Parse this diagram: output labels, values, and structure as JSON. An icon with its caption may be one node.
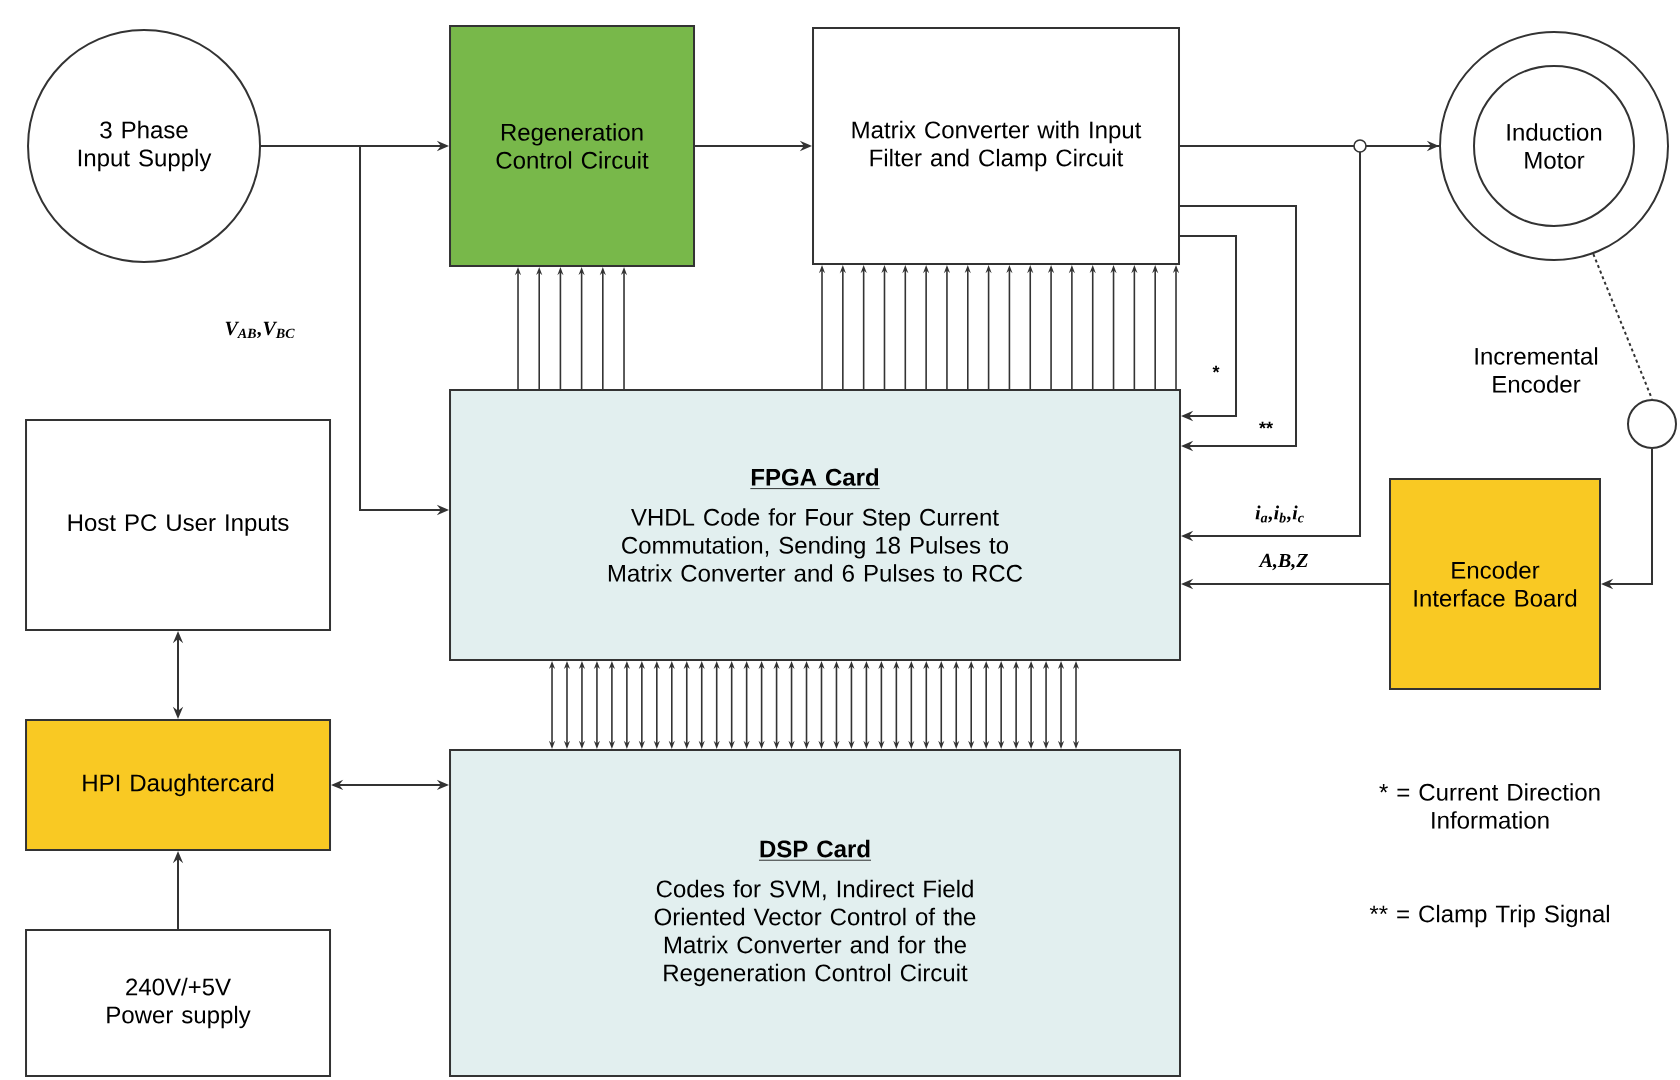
{
  "diagram": {
    "nodes": [
      {
        "text": [
          "3 Phase Input Supply"
        ]
      },
      {
        "text": [
          "Regeneration Control Circuit"
        ]
      },
      {
        "text": [
          "Matrix Converter with Input Filter and Clamp Circuit"
        ]
      },
      {
        "text": [
          "Induction Motor"
        ]
      },
      {
        "text": [],
        "shape": "circle",
        "beside": [
          "Incremental Encoder"
        ]
      },
      {
        "text": [
          "FPGA Card",
          "VHDL Code for Four Step Current Commutation, Sending 18 Pulses to Matrix Converter and 6 Pulses to RCC"
        ]
      },
      {
        "text": [
          "Encoder Interface Board"
        ]
      },
      {
        "text": [
          "Host PC User Inputs"
        ]
      },
      {
        "text": [
          "HPI Daughtercard"
        ]
      },
      {
        "text": [
          "DSP Card",
          "Codes for SVM, Indirect Field Oriented Vector Control of the Matrix Converter and for the Regeneration Control Circuit"
        ]
      },
      {
        "text": [
          "240V/+5V Power supply"
        ]
      }
    ],
    "edges": [
      {
        "from": 0,
        "to": 1,
        "arrow": "to"
      },
      {
        "from": 0,
        "to": 5,
        "arrow": "to",
        "label": "V$_{AB}$,V$_{BC}$"
      },
      {
        "from": 1,
        "to": 2,
        "arrow": "to"
      },
      {
        "from": 2,
        "to": 3,
        "arrow": "to"
      },
      {
        "from": 5,
        "to": 1,
        "arrow": "to"
      },
      {
        "from": 5,
        "to": 1,
        "arrow": "to"
      },
      {
        "from": 5,
        "to": 1,
        "arrow": "to"
      },
      {
        "from": 5,
        "to": 1,
        "arrow": "to"
      },
      {
        "from": 5,
        "to": 1,
        "arrow": "to"
      },
      {
        "from": 5,
        "to": 1,
        "arrow": "to"
      },
      {
        "from": 5,
        "to": 2,
        "arrow": "to"
      },
      {
        "from": 5,
        "to": 2,
        "arrow": "to"
      },
      {
        "from": 5,
        "to": 2,
        "arrow": "to"
      },
      {
        "from": 5,
        "to": 2,
        "arrow": "to"
      },
      {
        "from": 5,
        "to": 2,
        "arrow": "to"
      },
      {
        "from": 5,
        "to": 2,
        "arrow": "to"
      },
      {
        "from": 5,
        "to": 2,
        "arrow": "to"
      },
      {
        "from": 5,
        "to": 2,
        "arrow": "to"
      },
      {
        "from": 5,
        "to": 2,
        "arrow": "to"
      },
      {
        "from": 5,
        "to": 2,
        "arrow": "to"
      },
      {
        "from": 5,
        "to": 2,
        "arrow": "to"
      },
      {
        "from": 5,
        "to": 2,
        "arrow": "to"
      },
      {
        "from": 5,
        "to": 2,
        "arrow": "to"
      },
      {
        "from": 5,
        "to": 2,
        "arrow": "to"
      },
      {
        "from": 5,
        "to": 2,
        "arrow": "to"
      },
      {
        "from": 5,
        "to": 2,
        "arrow": "to"
      },
      {
        "from": 5,
        "to": 2,
        "arrow": "to"
      },
      {
        "from": 5,
        "to": 2,
        "arrow": "to"
      },
      {
        "from": 2,
        "to": 5,
        "arrow": "to",
        "label": "*"
      },
      {
        "from": 2,
        "to": 5,
        "arrow": "to",
        "label": "**"
      },
      {
        "from": 3,
        "to": 5,
        "arrow": "to",
        "label": "i$_{a}$,i$_{b}$,i$_{c}$"
      },
      {
        "from": 3,
        "to": 4,
        "arrow": "none",
        "style": "dashed"
      },
      {
        "from": 4,
        "to": 6,
        "arrow": "to"
      },
      {
        "from": 6,
        "to": 5,
        "arrow": "to",
        "label": "A,B,Z"
      },
      {
        "from": 7,
        "to": 8,
        "arrow": "both"
      },
      {
        "from": 8,
        "to": 9,
        "arrow": "both"
      },
      {
        "from": 10,
        "to": 8,
        "arrow": "to"
      },
      {
        "from": 5,
        "to": 9,
        "arrow": "both"
      },
      {
        "from": 5,
        "to": 9,
        "arrow": "both"
      },
      {
        "from": 5,
        "to": 9,
        "arrow": "both"
      },
      {
        "from": 5,
        "to": 9,
        "arrow": "both"
      },
      {
        "from": 5,
        "to": 9,
        "arrow": "both"
      },
      {
        "from": 5,
        "to": 9,
        "arrow": "both"
      },
      {
        "from": 5,
        "to": 9,
        "arrow": "both"
      },
      {
        "from": 5,
        "to": 9,
        "arrow": "both"
      },
      {
        "from": 5,
        "to": 9,
        "arrow": "both"
      },
      {
        "from": 5,
        "to": 9,
        "arrow": "both"
      },
      {
        "from": 5,
        "to": 9,
        "arrow": "both"
      },
      {
        "from": 5,
        "to": 9,
        "arrow": "both"
      },
      {
        "from": 5,
        "to": 9,
        "arrow": "both"
      },
      {
        "from": 5,
        "to": 9,
        "arrow": "both"
      },
      {
        "from": 5,
        "to": 9,
        "arrow": "both"
      },
      {
        "from": 5,
        "to": 9,
        "arrow": "both"
      },
      {
        "from": 5,
        "to": 9,
        "arrow": "both"
      },
      {
        "from": 5,
        "to": 9,
        "arrow": "both"
      },
      {
        "from": 5,
        "to": 9,
        "arrow": "both"
      },
      {
        "from": 5,
        "to": 9,
        "arrow": "both"
      },
      {
        "from": 5,
        "to": 9,
        "arrow": "both"
      },
      {
        "from": 5,
        "to": 9,
        "arrow": "both"
      },
      {
        "from": 5,
        "to": 9,
        "arrow": "both"
      },
      {
        "from": 5,
        "to": 9,
        "arrow": "both"
      },
      {
        "from": 5,
        "to": 9,
        "arrow": "both"
      },
      {
        "from": 5,
        "to": 9,
        "arrow": "both"
      },
      {
        "from": 5,
        "to": 9,
        "arrow": "both"
      },
      {
        "from": 5,
        "to": 9,
        "arrow": "both"
      },
      {
        "from": 5,
        "to": 9,
        "arrow": "both"
      },
      {
        "from": 5,
        "to": 9,
        "arrow": "both"
      },
      {
        "from": 5,
        "to": 9,
        "arrow": "both"
      },
      {
        "from": 5,
        "to": 9,
        "arrow": "both"
      },
      {
        "from": 5,
        "to": 9,
        "arrow": "both"
      },
      {
        "from": 5,
        "to": 9,
        "arrow": "both"
      },
      {
        "from": 5,
        "to": 9,
        "arrow": "both"
      },
      {
        "from": 5,
        "to": 9,
        "arrow": "both"
      }
    ],
    "labels": [
      "* = Current Direction Information",
      "** = Clamp Trip Signal"
    ]
  }
}
